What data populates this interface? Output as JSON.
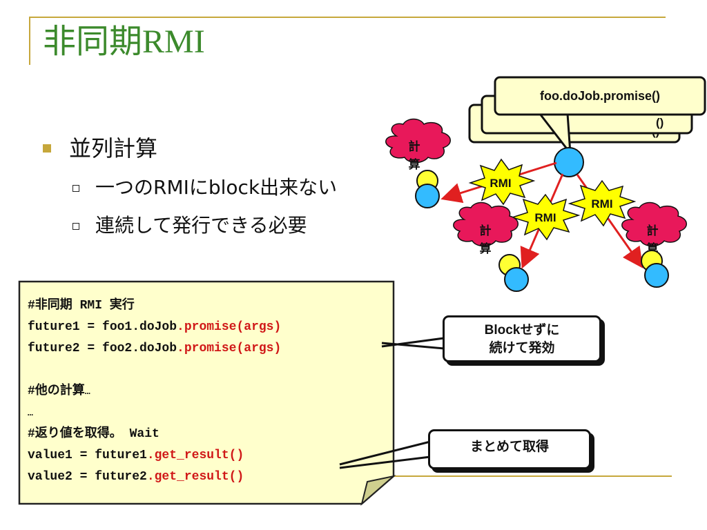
{
  "title": {
    "text_jp": "非同期",
    "text_rmi": "RMI"
  },
  "bullets": [
    {
      "text": "並列計算",
      "sub": [
        "一つのRMIにblock出来ない",
        "連続して発行できる必要"
      ]
    }
  ],
  "diagram": {
    "promise_boxes": [
      "foo.doJob.promise()",
      "()",
      "()"
    ],
    "rmi_labels": [
      "RMI",
      "RMI",
      "RMI"
    ],
    "compute_labels": [
      {
        "l1": "計",
        "l2": "算"
      },
      {
        "l1": "計",
        "l2": "算"
      },
      {
        "l1": "計",
        "l2": "算"
      }
    ]
  },
  "code": {
    "lines": [
      {
        "parts": [
          {
            "text": "#非同期 RMI 実行",
            "red": false
          }
        ]
      },
      {
        "parts": [
          {
            "text": "future1 = foo1.doJob",
            "red": false
          },
          {
            "text": ".promise(args)",
            "red": true
          }
        ]
      },
      {
        "parts": [
          {
            "text": "future2 = foo2.doJob",
            "red": false
          },
          {
            "text": ".promise(args)",
            "red": true
          }
        ]
      },
      {
        "blank": true
      },
      {
        "parts": [
          {
            "text": "#他の計算",
            "red": false
          },
          {
            "text": "…",
            "red": false,
            "small": true
          }
        ]
      },
      {
        "parts": [
          {
            "text": "…",
            "red": false,
            "small": true
          }
        ]
      },
      {
        "parts": [
          {
            "text": "#返り値を取得。 Wait",
            "red": false
          }
        ]
      },
      {
        "parts": [
          {
            "text": "value1 = future1",
            "red": false
          },
          {
            "text": ".get_result()",
            "red": true
          }
        ]
      },
      {
        "parts": [
          {
            "text": "value2 = future2",
            "red": false
          },
          {
            "text": ".get_result()",
            "red": true
          }
        ]
      }
    ]
  },
  "callouts": {
    "block_line1": "Blockせずに",
    "block_line2": "続けて発効",
    "get": "まとめて取得"
  },
  "colors": {
    "accent": "#c6a73b",
    "title": "#3c8a2c",
    "arrow": "#e02020",
    "note_fill": "#ffffcc",
    "cloud_fill": "#e8185a",
    "node_yellow": "#ffff33",
    "node_blue": "#33bbff",
    "burst_fill": "#ffff00",
    "code_red": "#d01818"
  }
}
